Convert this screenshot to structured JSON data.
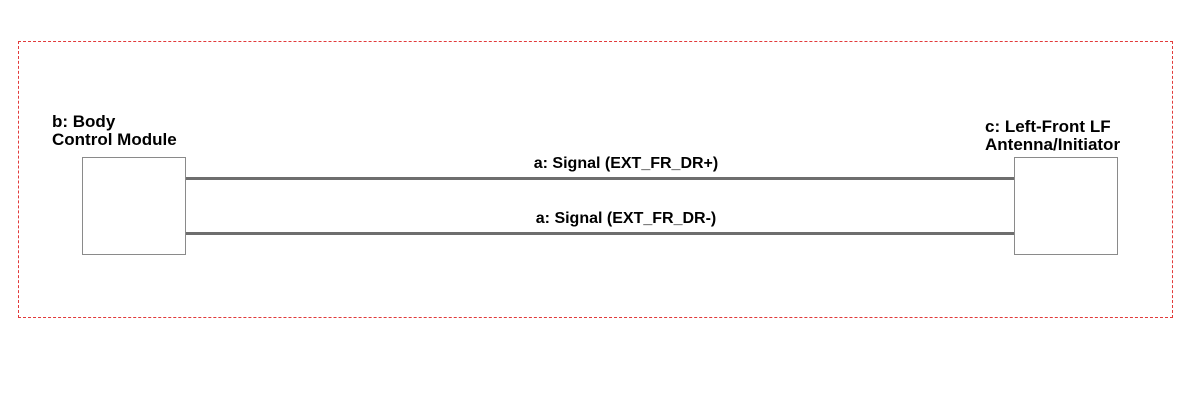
{
  "components": {
    "left": {
      "line1": "b: Body",
      "line2": "Control Module"
    },
    "right": {
      "line1": "c: Left-Front LF",
      "line2": "Antenna/Initiator"
    }
  },
  "wires": {
    "top_label": "a: Signal (EXT_FR_DR+)",
    "bottom_label": "a: Signal (EXT_FR_DR-)"
  },
  "colors": {
    "frame": "#e23b3b",
    "box_border": "#8a8a8a",
    "wire": "#6e6e6e"
  }
}
